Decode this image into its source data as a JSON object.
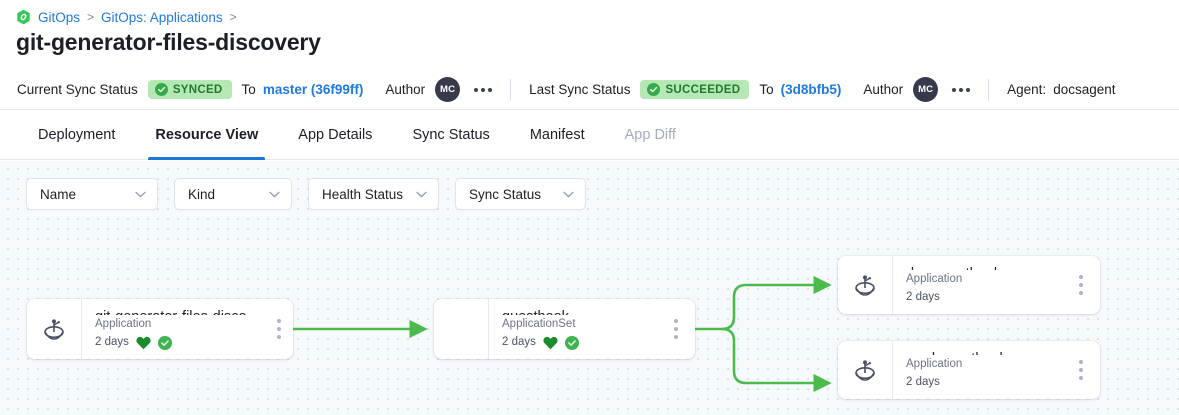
{
  "breadcrumb": {
    "icon": "gitops-hex-icon",
    "items": [
      {
        "label": "GitOps",
        "sep": ">"
      },
      {
        "label": "GitOps: Applications",
        "sep": ">"
      }
    ]
  },
  "header": {
    "title": "git-generator-files-discovery"
  },
  "statusbar": {
    "current_sync_label": "Current Sync Status",
    "current_sync_badge": "SYNCED",
    "current_to_word": "To",
    "current_revision": "master (36f99ff)",
    "current_author_label": "Author",
    "current_author_initials": "MC",
    "last_sync_label": "Last Sync Status",
    "last_sync_badge": "SUCCEEDED",
    "last_to_word": "To",
    "last_revision": "(3d8bfb5)",
    "last_author_label": "Author",
    "last_author_initials": "MC",
    "agent_label": "Agent:",
    "agent_value": "docsagent",
    "badge_bg": "#b6e8b6",
    "badge_fg": "#1f7a2e",
    "link_color": "#1f7ae0"
  },
  "tabs": [
    {
      "label": "Deployment",
      "state": "normal"
    },
    {
      "label": "Resource View",
      "state": "active"
    },
    {
      "label": "App Details",
      "state": "normal"
    },
    {
      "label": "Sync Status",
      "state": "normal"
    },
    {
      "label": "Manifest",
      "state": "normal"
    },
    {
      "label": "App Diff",
      "state": "disabled"
    }
  ],
  "filters": [
    {
      "label": "Name"
    },
    {
      "label": "Kind"
    },
    {
      "label": "Health Status"
    },
    {
      "label": "Sync Status"
    }
  ],
  "graph": {
    "edge_color": "#4cbb4c",
    "nodes": [
      {
        "id": "root",
        "name": "git-generator-files-disco…",
        "kind": "Application",
        "age": "2 days",
        "icon": "argo-application-icon",
        "has_icon": true,
        "health": "healthy-heart-icon",
        "sync": "synced-check-icon"
      },
      {
        "id": "set",
        "name": "guestbook",
        "kind": "ApplicationSet",
        "age": "2 days",
        "icon": "",
        "has_icon": false,
        "health": "healthy-heart-icon",
        "sync": "synced-check-icon"
      },
      {
        "id": "dev",
        "name": "dev-guestbook",
        "kind": "Application",
        "age": "2 days",
        "icon": "argo-application-icon",
        "has_icon": true,
        "health": "",
        "sync": ""
      },
      {
        "id": "prod",
        "name": "prod-guestbook",
        "kind": "Application",
        "age": "2 days",
        "icon": "argo-application-icon",
        "has_icon": true,
        "health": "",
        "sync": ""
      }
    ]
  }
}
